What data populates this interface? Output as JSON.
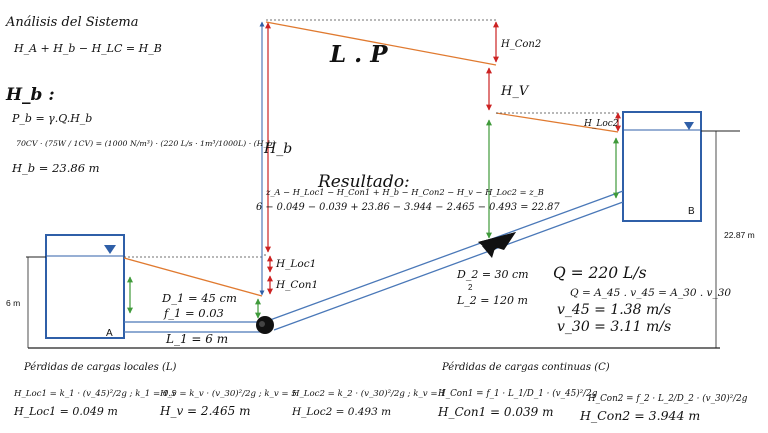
{
  "colors": {
    "water": "#2f5fa8",
    "pipe": "#4a78b8",
    "energy_line": "#e07a30",
    "head_arrow": "#cc2222",
    "level_arrow": "#3f9a3a",
    "construction": "#2f5fa8",
    "dotted": "#444444",
    "ground": "#222222"
  },
  "icons": {
    "pump": "pump-icon",
    "valve": "valve-icon",
    "water_surface": "water-level-icon"
  },
  "header": {
    "title": "Análisis del Sistema",
    "equation": "H_A + H_b − H_LC = H_B"
  },
  "pump_power": {
    "symbol": "H_b :",
    "formula": "P_b = γ.Q.H_b",
    "conversion": "70CV · (75W / 1CV) = (1000 N/m³) · (220 L/s · 1m³/1000L) · (H_b)",
    "result": "H_b = 23.86 m"
  },
  "energy_line": {
    "label": "L . P"
  },
  "head_labels": {
    "h_con2": "H_Con2",
    "h_v": "H_V",
    "h_loc2": "H_Loc2",
    "h_b": "H_b",
    "h_loc1": "H_Loc1",
    "h_con1": "H_Con1"
  },
  "result": {
    "title": "Resultado:",
    "equation": "z_A − H_Loc1 − H_Con1 + H_b − H_Con2 − H_v − H_Loc2 = z_B",
    "numeric": "6 − 0.049 − 0.039 + 23.86 − 3.944 − 2.465 − 0.493 = 22.87"
  },
  "tanks": {
    "a": {
      "label": "A",
      "elevation": "6 m"
    },
    "b": {
      "label": "B",
      "elevation": "22.87  m"
    }
  },
  "pipe1": {
    "diameter": "D_1 = 45 cm",
    "friction": "f_1 = 0.03",
    "length": "L_1 = 6 m"
  },
  "pipe2": {
    "diameter": "D_2 = 30 cm",
    "index": "2",
    "length": "L_2 = 120 m"
  },
  "flow": {
    "q": "Q = 220 L/s",
    "continuity": "Q = A_45 . v_45 = A_30 . v_30",
    "v45": "v_45 = 1.38 m/s",
    "v30": "v_30 = 3.11 m/s"
  },
  "local_losses": {
    "title": "Pérdidas de cargas locales (L)",
    "loc1_formula": "H_Loc1 = k_1 · (v_45)²/2g ; k_1 = 0.5",
    "loc1_result": "H_Loc1 = 0.049 m",
    "v_formula": "H_v = k_v · (v_30)²/2g ; k_v = 5",
    "v_result": "H_v = 2.465 m",
    "loc2_formula": "H_Loc2 = k_2 · (v_30)²/2g ; k_v = 1",
    "loc2_result": "H_Loc2 = 0.493 m"
  },
  "continuous_losses": {
    "title": "Pérdidas de cargas continuas (C)",
    "con1_formula": "H_Con1 = f_1 · L_1/D_1 · (v_45)²/2g",
    "con1_result": "H_Con1 = 0.039 m",
    "con2_formula": "H_Con2 = f_2 · L_2/D_2 · (v_30)²/2g",
    "con2_result": "H_Con2 = 3.944 m"
  }
}
